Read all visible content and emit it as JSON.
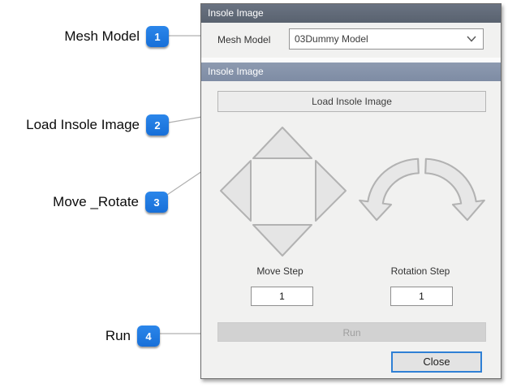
{
  "annotations": {
    "items": [
      {
        "label": "Mesh Model",
        "number": "1"
      },
      {
        "label": "Load Insole Image",
        "number": "2"
      },
      {
        "label": "Move _Rotate",
        "number": "3"
      },
      {
        "label": "Run",
        "number": "4"
      }
    ],
    "badge_color": "#1c79e0"
  },
  "dialog": {
    "section1": {
      "header": "Insole Image",
      "mesh_model_label": "Mesh Model",
      "mesh_model_value": "03Dummy Model"
    },
    "section2": {
      "header": "Insole Image",
      "load_button": "Load Insole Image",
      "move_step_label": "Move Step",
      "move_step_value": "1",
      "rotation_step_label": "Rotation Step",
      "rotation_step_value": "1",
      "run_button": "Run",
      "close_button": "Close"
    },
    "colors": {
      "header1_bg": "#5d6574",
      "header2_bg": "#8290a8",
      "accent_blue": "#2f80d5",
      "disabled_text": "#9e9e9e"
    }
  }
}
